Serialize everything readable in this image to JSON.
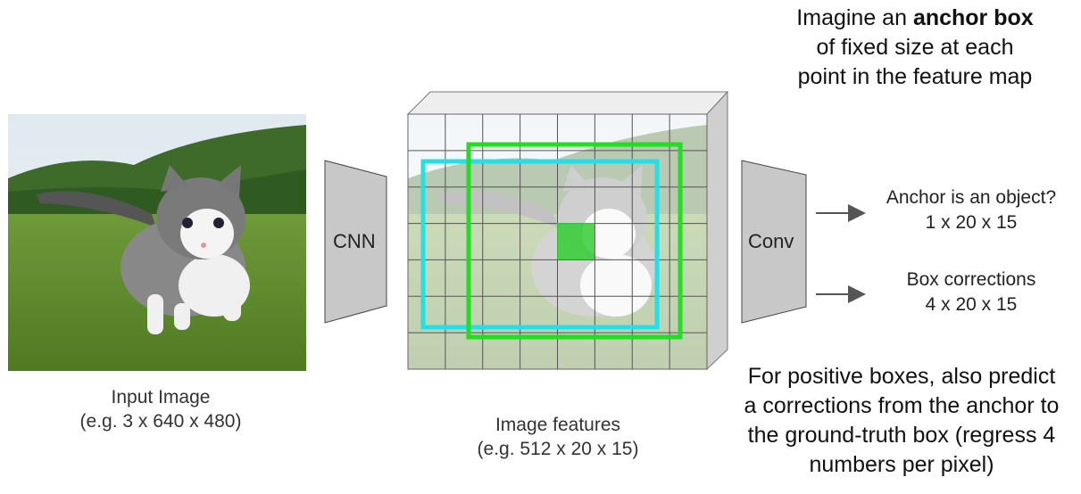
{
  "input": {
    "title": "Input Image",
    "shape": "(e.g. 3 x 640 x 480)"
  },
  "cnn_label": "CNN",
  "features": {
    "title": "Image features",
    "shape": "(e.g. 512 x 20 x 15)"
  },
  "conv_label": "Conv",
  "top_note": {
    "line1_prefix": "Imagine an ",
    "line1_bold": "anchor box",
    "line2": "of fixed size at each",
    "line3": "point in the feature map"
  },
  "outputs": {
    "objectness": {
      "line1": "Anchor is an object?",
      "line2": "1 x 20 x 15"
    },
    "corrections": {
      "line1": "Box corrections",
      "line2": "4 x 20 x 15"
    }
  },
  "bottom_note": {
    "line1": "For positive boxes, also predict",
    "line2": "a corrections from the anchor to",
    "line3": "the ground-truth box (regress 4",
    "line4": "numbers per pixel)"
  },
  "colors": {
    "anchor_green": "#22dd22",
    "anchor_cyan": "#22e0e8",
    "trapezoid_fill": "#c8c8c8",
    "grid_line": "#555555"
  }
}
